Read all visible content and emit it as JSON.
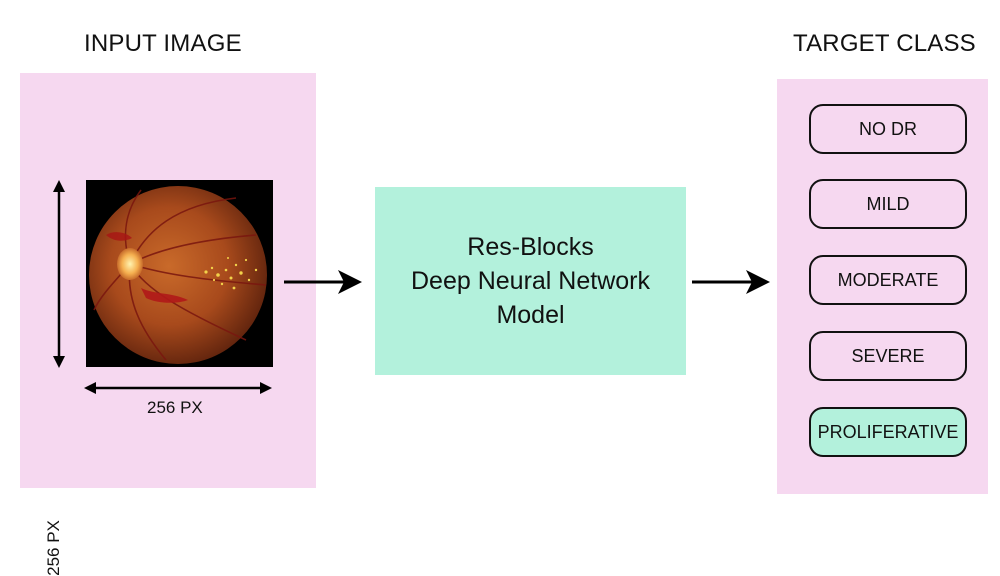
{
  "headings": {
    "input": "INPUT IMAGE",
    "target": "TARGET CLASS"
  },
  "input_image": {
    "width_label": "256 PX",
    "height_label": "256 PX"
  },
  "model": {
    "lines": [
      "Res-Blocks",
      "Deep Neural Network",
      "Model"
    ]
  },
  "target_classes": [
    {
      "label": "NO DR",
      "highlighted": false
    },
    {
      "label": "MILD",
      "highlighted": false
    },
    {
      "label": "MODERATE",
      "highlighted": false
    },
    {
      "label": "SEVERE",
      "highlighted": false
    },
    {
      "label": "PROLIFERATIVE",
      "highlighted": true
    }
  ],
  "colors": {
    "panel": "#f6d8f0",
    "model": "#b3f1dc",
    "highlight": "#b3f1dc",
    "arrow": "#000000"
  }
}
